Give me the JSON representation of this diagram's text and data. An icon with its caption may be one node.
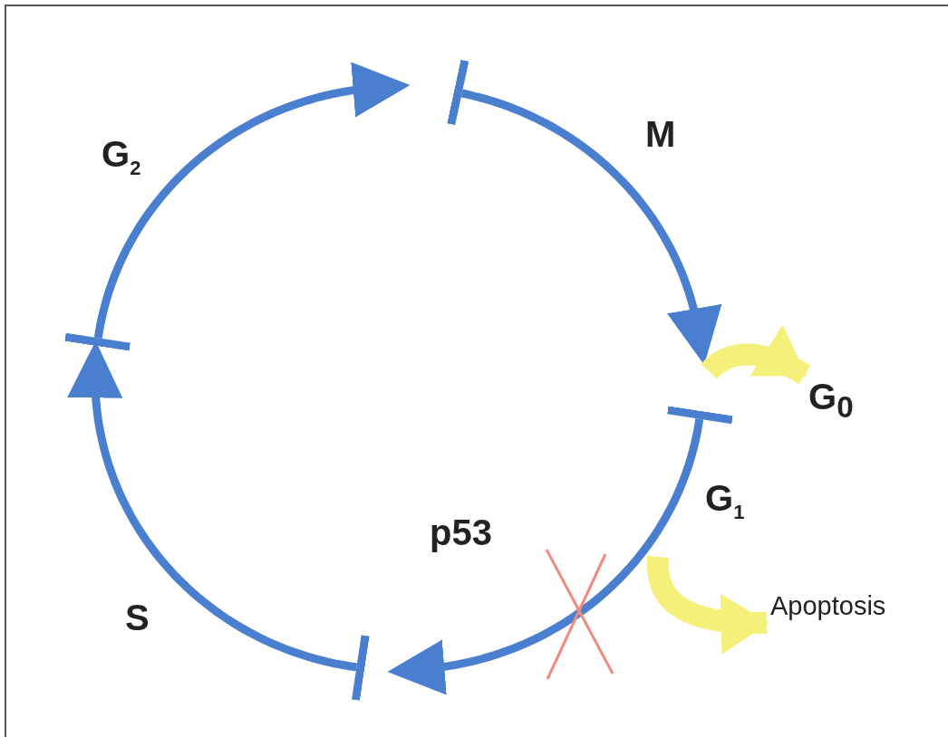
{
  "diagram": {
    "nodes": [
      {
        "text": [
          "G$_{0}$"
        ]
      },
      {
        "text": [
          "Apoptosis"
        ]
      }
    ],
    "edges": [
      {
        "from": null,
        "to": 0,
        "arrow": "to"
      },
      {
        "from": null,
        "to": 1,
        "arrow": "to"
      }
    ],
    "labels": [
      "M",
      "G$_{2}$",
      "G$_{1}$",
      "p53",
      "S"
    ]
  }
}
